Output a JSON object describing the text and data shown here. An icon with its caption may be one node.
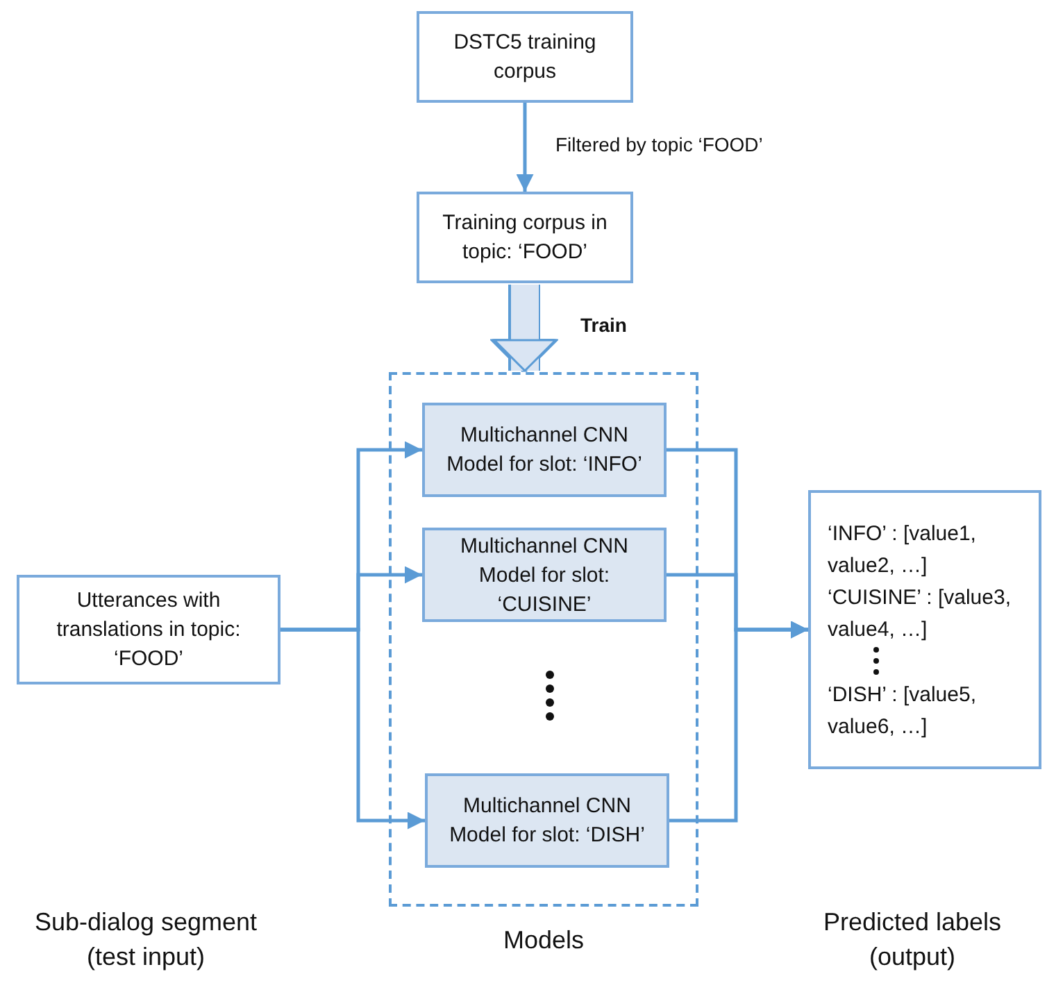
{
  "diagram": {
    "nodes": [
      {
        "text": [
          "DSTC5 training corpus"
        ]
      },
      {
        "text": [
          "Training corpus in topic: ‘FOOD’"
        ]
      },
      {
        "text": [
          "Models"
        ]
      },
      {
        "text": [
          "Multichannel CNN Model for slot: ‘INFO’"
        ],
        "in": 2
      },
      {
        "text": [
          "Multichannel CNN Model for slot: ‘CUISINE’"
        ],
        "in": 2
      },
      {
        "text": [
          "Multichannel CNN Model for slot: ‘DISH’"
        ],
        "in": 2
      },
      {
        "text": [
          "Utterances with translations in topic: ‘FOOD’"
        ]
      },
      {
        "text": [
          "‘INFO’ : [value1, value2, …]",
          "‘CUISINE’ : [value3, value4, …]",
          "‘DISH’ : [value5, value6, …]"
        ]
      }
    ],
    "labels": [
      "Sub-dialog segment (test input)",
      "Predicted labels (output)"
    ],
    "edges": [
      {
        "from": 0,
        "to": 1,
        "arrow": "to",
        "label": "Filtered by topic ‘FOOD’"
      },
      {
        "from": 1,
        "to": 2,
        "arrow": "to",
        "label": "Train",
        "style": "thick",
        "color": "#dae5f3"
      },
      {
        "from": 6,
        "to": 3,
        "arrow": "to"
      },
      {
        "from": 6,
        "to": 4,
        "arrow": "to"
      },
      {
        "from": 6,
        "to": 5,
        "arrow": "to"
      },
      {
        "from": 3,
        "to": 7,
        "arrow": "to"
      },
      {
        "from": 4,
        "to": 7,
        "arrow": "to"
      },
      {
        "from": 5,
        "to": 7,
        "arrow": "to"
      }
    ]
  }
}
